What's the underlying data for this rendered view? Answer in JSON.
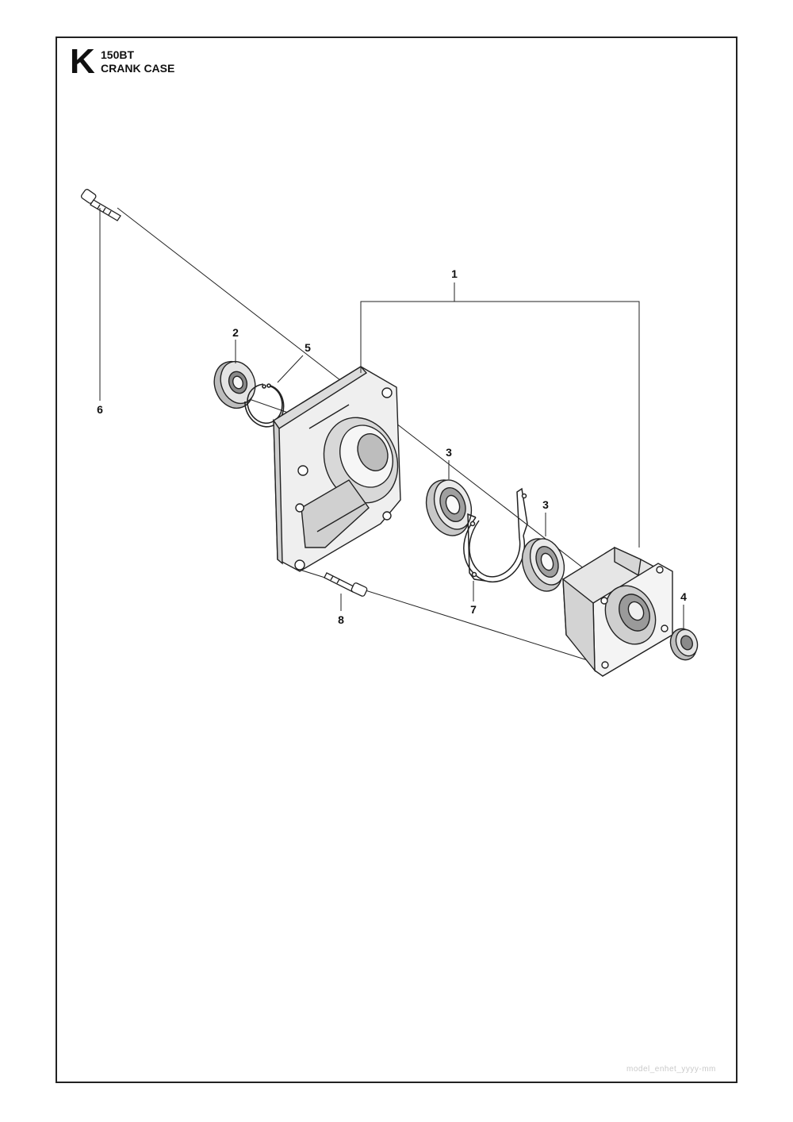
{
  "header": {
    "section_letter": "K",
    "model": "150BT",
    "title": "CRANK CASE"
  },
  "footer": {
    "watermark": "model_enhet_yyyy-mm"
  },
  "callouts": {
    "c1": "1",
    "c2": "2",
    "c3a": "3",
    "c3b": "3",
    "c4": "4",
    "c5": "5",
    "c6": "6",
    "c7": "7",
    "c8": "8"
  }
}
